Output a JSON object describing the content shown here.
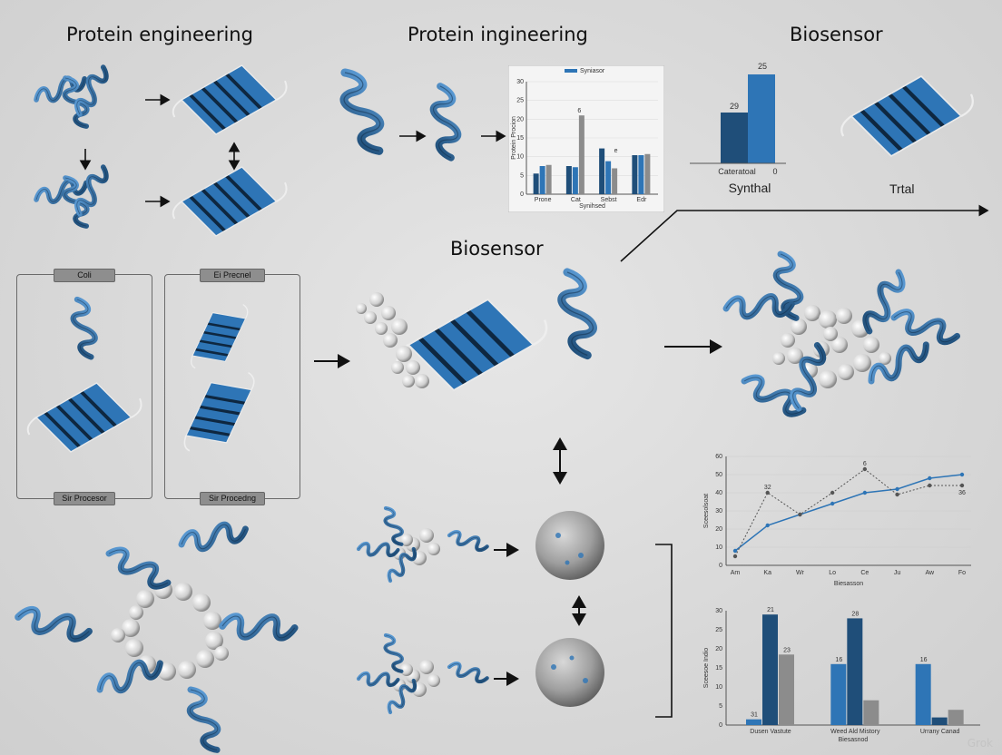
{
  "headings": {
    "left": "Protein engineering",
    "center": "Protein ingineering",
    "right": "Biosensor",
    "middle": "Biosensor"
  },
  "panels": {
    "left_label": "Coli",
    "left_bottom_label": "Sir Procesor",
    "right_label": "Ei Precnel",
    "right_bottom_label": "Sir Procedng"
  },
  "colors": {
    "dark_blue": "#1f4e79",
    "mid_blue": "#2e75b6",
    "light_blue": "#5b9bd5",
    "gray": "#8c8c8c",
    "sphere": "#e6e6e6"
  },
  "icons": [
    "helix-cluster-icon",
    "beta-sheet-icon",
    "protein-complex-icon",
    "nanoparticle-icon",
    "arrow-icon"
  ],
  "watermark": "Grok",
  "chart_data": [
    {
      "type": "bar",
      "title": "",
      "legend": [
        "Syniasor"
      ],
      "yticks": [
        "0",
        "5",
        "10",
        "15",
        "20",
        "25",
        "30"
      ],
      "ylabel": "Protein Procion",
      "xlabel": "Synihsed",
      "ylim": [
        0,
        30
      ],
      "categories": [
        "Prone",
        "Cat",
        "Sebst",
        "Edr"
      ],
      "series": [
        {
          "values": [
            5.5,
            7.5,
            12.2,
            10.4
          ]
        },
        {
          "values": [
            7.5,
            7.2,
            8.8,
            10.4
          ]
        },
        {
          "values": [
            7.8,
            21.0,
            6.9,
            10.7
          ]
        }
      ],
      "data_labels": [
        "6",
        "e"
      ]
    },
    {
      "type": "bar",
      "title": "",
      "categories": [
        "Cateratoal"
      ],
      "series": [
        {
          "values": [
            29
          ]
        },
        {
          "values": [
            25
          ]
        }
      ],
      "data_labels": [
        "29",
        "25",
        "0"
      ],
      "xlabel": "Synthal",
      "caption": "Trtal"
    },
    {
      "type": "line",
      "ylabel": "Sceesolsoat",
      "xlabel": "Biesasson",
      "yticks": [
        "0",
        "10",
        "20",
        "30",
        "40",
        "50",
        "60"
      ],
      "ylim": [
        0,
        60
      ],
      "x": [
        "Am",
        "Ka",
        "Wr",
        "Lo",
        "Ce",
        "Ju",
        "Aw",
        "Fo"
      ],
      "series": [
        {
          "name": "",
          "values": [
            8,
            22,
            28,
            34,
            40,
            42,
            48,
            50
          ]
        },
        {
          "name": "",
          "values": [
            5,
            40,
            28,
            40,
            53,
            39,
            44,
            44
          ]
        }
      ],
      "data_labels": [
        "32",
        "6",
        "36"
      ]
    },
    {
      "type": "bar",
      "ylabel": "Sceesoe Indio",
      "xlabel": "Biesasnod",
      "yticks": [
        "0",
        "5",
        "10",
        "15",
        "20",
        "25",
        "30"
      ],
      "ylim": [
        0,
        30
      ],
      "categories": [
        "Dusen Vastute",
        "Weed Ald Mistory",
        "Urrany Canad"
      ],
      "series": [
        {
          "values": [
            1.5,
            16,
            16
          ]
        },
        {
          "values": [
            29,
            28,
            2
          ]
        },
        {
          "values": [
            18.5,
            6.5,
            4
          ]
        }
      ],
      "data_labels": [
        "31",
        "21",
        "23",
        "16",
        "28",
        "16"
      ]
    }
  ]
}
